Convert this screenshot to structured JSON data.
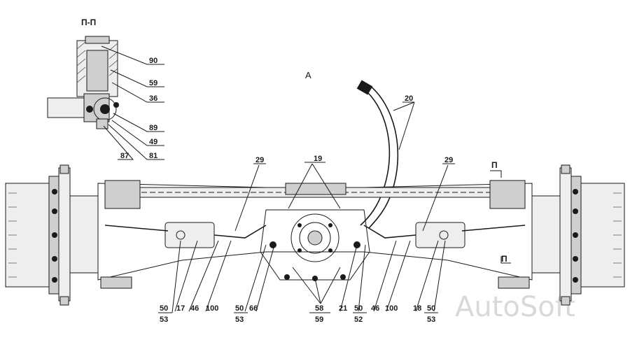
{
  "section_label": "П-П",
  "view_label": "А",
  "section_mark": "П",
  "watermark": "AutoSoft",
  "callouts": {
    "c90": "90",
    "c59a": "59",
    "c36": "36",
    "c89": "89",
    "c49": "49",
    "c81": "81",
    "c87": "87",
    "c20": "20",
    "c19": "19",
    "c29a": "29",
    "c29b": "29",
    "b50a": "50",
    "b53a": "53",
    "b17": "17",
    "b46a": "46",
    "b100a": "100",
    "b50b": "50",
    "b53b": "53",
    "b66": "66",
    "b58": "58",
    "b59": "59",
    "b21": "21",
    "b50c": "50",
    "b52": "52",
    "b46b": "46",
    "b100b": "100",
    "b18": "18",
    "b50d": "50",
    "b53d": "53"
  }
}
